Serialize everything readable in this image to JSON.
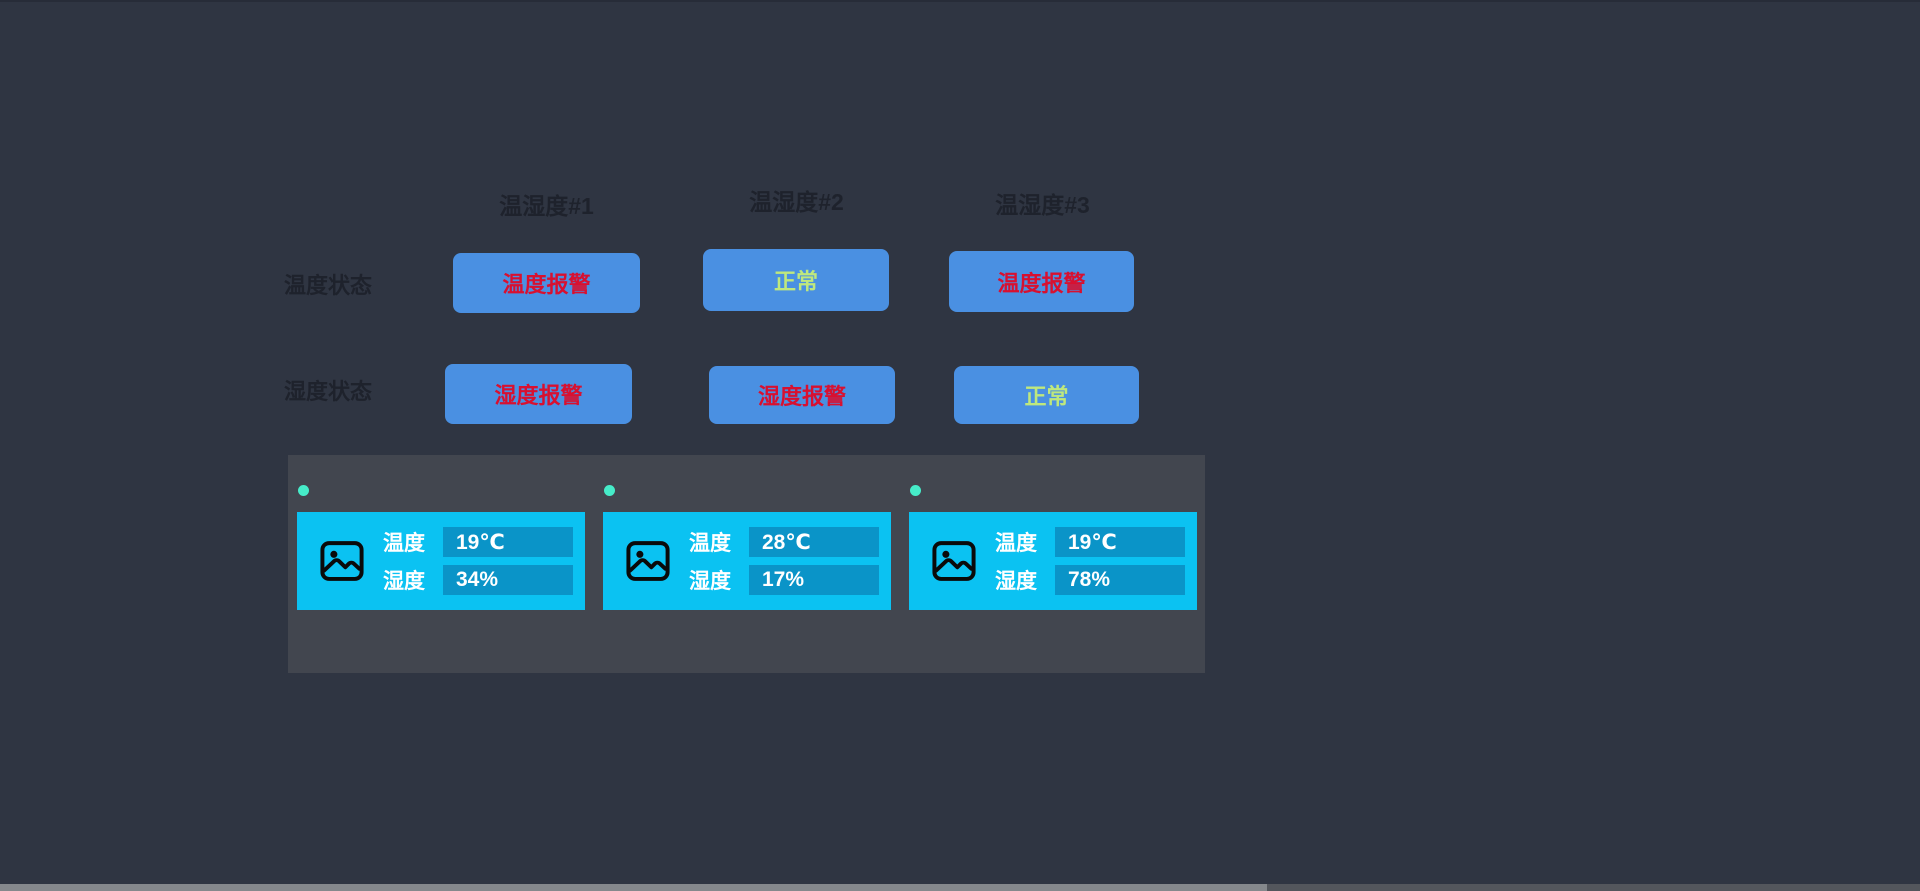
{
  "colors": {
    "background": "#2f3542",
    "panel": "#42464f",
    "button_blue": "#4a90e2",
    "alarm_red": "#d81030",
    "normal_green": "#bfe87d",
    "dark_label": "#1e222c",
    "card_cyan": "#0bc2f2",
    "value_box_blue": "#0a94c8",
    "indicator_teal": "#46ecc9",
    "card_text": "#ffffff",
    "scroll_track": "#53565c",
    "scroll_thumb": "#85888c"
  },
  "headers": [
    {
      "label": "温湿度#1"
    },
    {
      "label": "温湿度#2"
    },
    {
      "label": "温湿度#3"
    }
  ],
  "row_labels": {
    "temperature": "温度状态",
    "humidity": "湿度状态"
  },
  "status_buttons": {
    "temperature": [
      {
        "label": "温度报警",
        "state": "alarm"
      },
      {
        "label": "正常",
        "state": "normal"
      },
      {
        "label": "温度报警",
        "state": "alarm"
      }
    ],
    "humidity": [
      {
        "label": "湿度报警",
        "state": "alarm"
      },
      {
        "label": "湿度报警",
        "state": "alarm"
      },
      {
        "label": "正常",
        "state": "normal"
      }
    ]
  },
  "sensor_cards": [
    {
      "temp_label": "温度",
      "temp_value": "19℃",
      "hum_label": "湿度",
      "hum_value": "34%"
    },
    {
      "temp_label": "温度",
      "temp_value": "28℃",
      "hum_label": "湿度",
      "hum_value": "17%"
    },
    {
      "temp_label": "温度",
      "temp_value": "19℃",
      "hum_label": "湿度",
      "hum_value": "78%"
    }
  ]
}
